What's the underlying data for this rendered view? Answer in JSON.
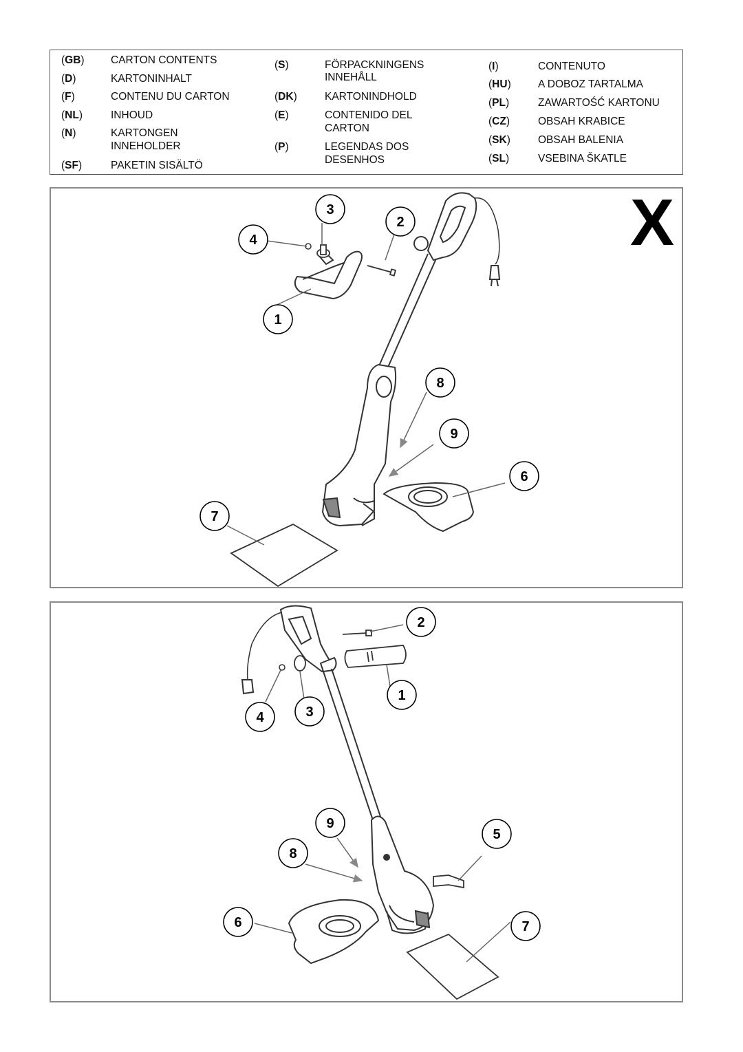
{
  "legend": {
    "col1": [
      {
        "code": "GB",
        "label": "CARTON CONTENTS"
      },
      {
        "code": "D",
        "label": "KARTONINHALT"
      },
      {
        "code": "F",
        "label": "CONTENU DU CARTON"
      },
      {
        "code": "NL",
        "label": "INHOUD"
      },
      {
        "code": "N",
        "label": "KARTONGEN",
        "label2": "INNEHOLDER"
      },
      {
        "code": "SF",
        "label": "PAKETIN SISÄLTÖ"
      }
    ],
    "col2": [
      {
        "code": "S",
        "label": "FÖRPACKNINGENS",
        "label2": "INNEHÅLL"
      },
      {
        "code": "DK",
        "label": "KARTONINDHOLD"
      },
      {
        "code": "E",
        "label": "CONTENIDO DEL",
        "label2": "CARTON"
      },
      {
        "code": "P",
        "label": "LEGENDAS  DOS",
        "label2": "DESENHOS"
      }
    ],
    "col3": [
      {
        "code": "I",
        "label": "CONTENUTO"
      },
      {
        "code": "HU",
        "label": "A DOBOZ TARTALMA"
      },
      {
        "code": "PL",
        "label": "ZAWARTOŚĆ KARTONU"
      },
      {
        "code": "CZ",
        "label": "OBSAH KRABICE"
      },
      {
        "code": "SK",
        "label": "OBSAH BALENIA"
      },
      {
        "code": "SL",
        "label": "VSEBINA ŠKATLE"
      }
    ]
  },
  "figure_a": {
    "callouts": [
      "1",
      "2",
      "3",
      "4",
      "6",
      "7",
      "8",
      "9"
    ],
    "corner_mark": "X"
  },
  "figure_b": {
    "callouts": [
      "1",
      "2",
      "3",
      "4",
      "5",
      "6",
      "7",
      "8",
      "9"
    ]
  }
}
